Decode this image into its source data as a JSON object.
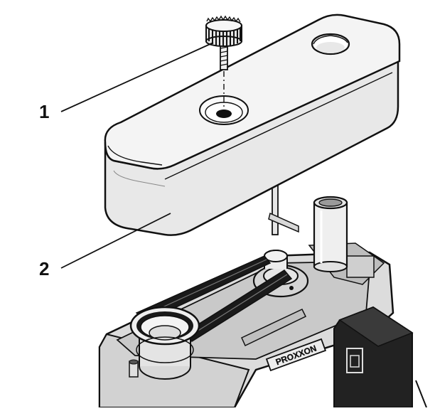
{
  "callouts": [
    {
      "number": "1",
      "part": "knurled-screw"
    },
    {
      "number": "2",
      "part": "belt-cover"
    }
  ],
  "brand_plate": {
    "text": "PROXXON"
  },
  "colors": {
    "ink": "#111111",
    "cover_fill": "#e8e8e8",
    "cover_top": "#f4f4f4",
    "body_fill": "#dcdcdc",
    "belt": "#1a1a1a",
    "motor_block": "#222222"
  }
}
